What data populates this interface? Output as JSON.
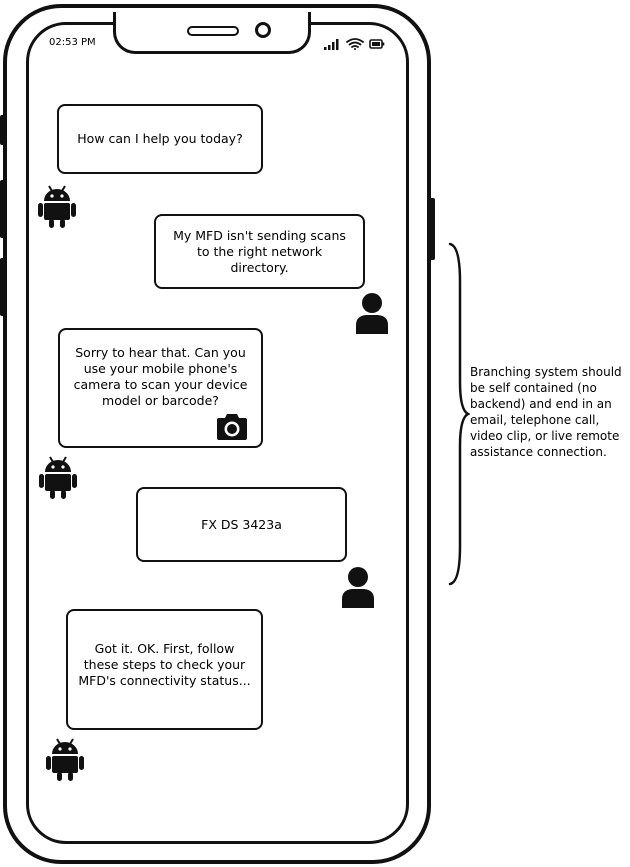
{
  "status_bar": {
    "time": "02:53 PM"
  },
  "chat": {
    "messages": [
      {
        "sender": "bot",
        "text": "How can I help you today?"
      },
      {
        "sender": "user",
        "text": "My MFD isn't sending scans to the right network directory."
      },
      {
        "sender": "bot",
        "text": "Sorry to hear that. Can you use your mobile phone's camera to scan your device model or barcode?"
      },
      {
        "sender": "user",
        "text": "FX DS 3423a"
      },
      {
        "sender": "bot",
        "text": "Got it. OK. First, follow these steps to check your MFD's connectivity status..."
      }
    ]
  },
  "icons": {
    "bot_avatar": "android-icon",
    "user_avatar": "user-icon",
    "scan": "camera-icon"
  },
  "annotation": {
    "text": "Branching system should be self contained (no backend) and end in an email, telephone call, video clip, or live remote assistance connection."
  }
}
